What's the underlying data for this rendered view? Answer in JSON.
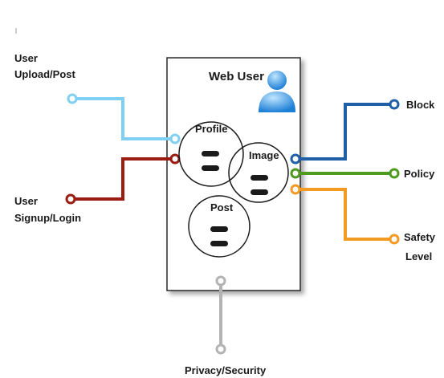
{
  "box": {
    "title": "Web User"
  },
  "circles": {
    "profile": "Profile",
    "image": "Image",
    "post": "Post"
  },
  "labels": {
    "upload_line1": "User",
    "upload_line2": "Upload/Post",
    "signup_line1": "User",
    "signup_line2": "Signup/Login",
    "block": "Block",
    "policy": "Policy",
    "safety_line1": "Safety",
    "safety_line2": "Level",
    "privacy": "Privacy/Security"
  },
  "colors": {
    "upload": "#7fd0f2",
    "signup": "#9b1c12",
    "block": "#1f5fa8",
    "policy": "#4e9a1f",
    "safety": "#f39a22",
    "privacy": "#b3b3b3",
    "user_icon": "#2a8fe0"
  },
  "icons": [
    "user-avatar-icon"
  ]
}
